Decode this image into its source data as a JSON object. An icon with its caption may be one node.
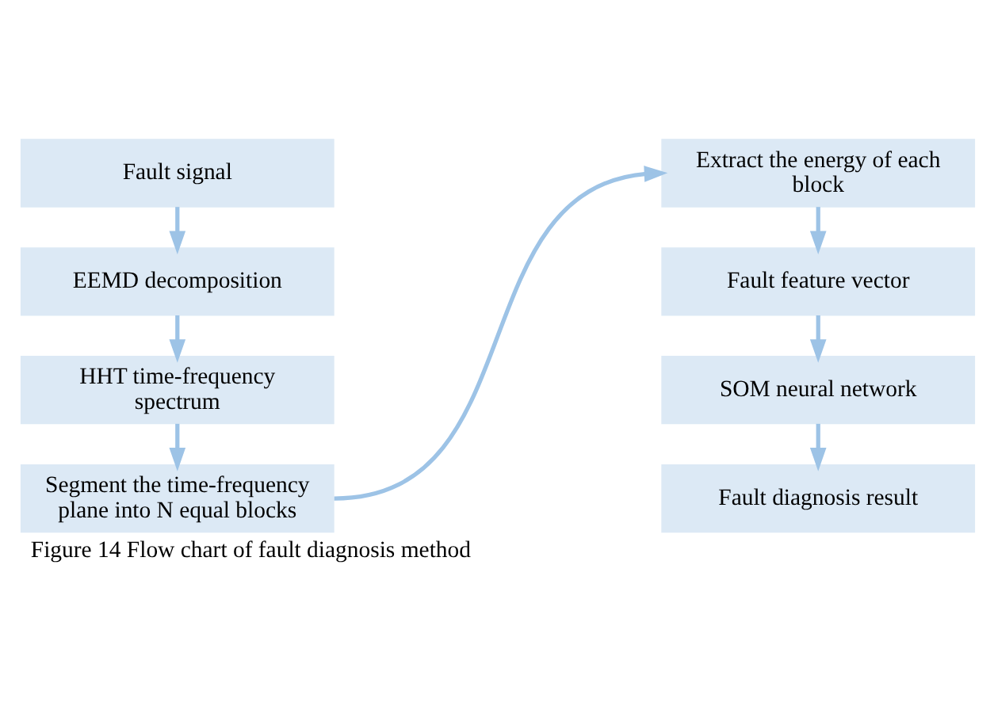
{
  "diagram": {
    "caption": "Figure 14 Flow chart of fault diagnosis method",
    "nodes": [
      {
        "text": [
          "Fault signal"
        ]
      },
      {
        "text": [
          "EEMD decomposition"
        ]
      },
      {
        "text": [
          "HHT time-frequency spectrum"
        ]
      },
      {
        "text": [
          "Segment the time-frequency plane into N equal blocks"
        ]
      },
      {
        "text": [
          "Extract the energy of each block"
        ]
      },
      {
        "text": [
          "Fault feature vector"
        ]
      },
      {
        "text": [
          "SOM neural network"
        ]
      },
      {
        "text": [
          "Fault diagnosis result"
        ]
      }
    ],
    "edges": [
      {
        "from": 0,
        "to": 1,
        "arrow": "to"
      },
      {
        "from": 1,
        "to": 2,
        "arrow": "to"
      },
      {
        "from": 2,
        "to": 3,
        "arrow": "to"
      },
      {
        "from": 3,
        "to": 4,
        "arrow": "to"
      },
      {
        "from": 4,
        "to": 5,
        "arrow": "to"
      },
      {
        "from": 5,
        "to": 6,
        "arrow": "to"
      },
      {
        "from": 6,
        "to": 7,
        "arrow": "to"
      }
    ]
  }
}
